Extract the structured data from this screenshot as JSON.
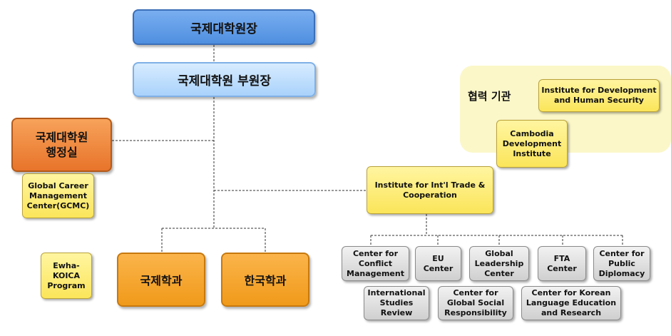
{
  "nodes": {
    "dean": "국제대학원장",
    "vice_dean": "국제대학원 부원장",
    "admin_office": "국제대학원\n행정실",
    "gcmc": "Global Career\nManagement\nCenter(GCMC)",
    "ewha_koica": "Ewha-\nKOICA\nProgram",
    "intl_studies_dept": "국제학과",
    "korean_studies_dept": "한국학과",
    "institute_trade": "Institute for Int'l Trade &\nCooperation",
    "coop_label": "협력 기관",
    "institute_dev": "Institute for Development\nand Human Security",
    "cambodia": "Cambodia\nDevelopment\nInstitute",
    "conflict": "Center for\nConflict\nManagement",
    "eu": "EU\nCenter",
    "global_leadership": "Global\nLeadership\nCenter",
    "fta": "FTA\nCenter",
    "public_diplomacy": "Center for\nPublic\nDiplomacy",
    "isr": "International\nStudies\nReview",
    "global_social": "Center for\nGlobal Social\nResponsibility",
    "korean_language": "Center for Korean\nLanguage Education\nand Research"
  },
  "colors": {
    "dark_blue": "#4f8fe0",
    "light_blue": "#a9d2fb",
    "orange_dark": "#e8742a",
    "orange": "#f09a1a",
    "yellow": "#fbe55a",
    "gray": "#cfcfcf",
    "cooperation_area": "#fbf7c8"
  }
}
